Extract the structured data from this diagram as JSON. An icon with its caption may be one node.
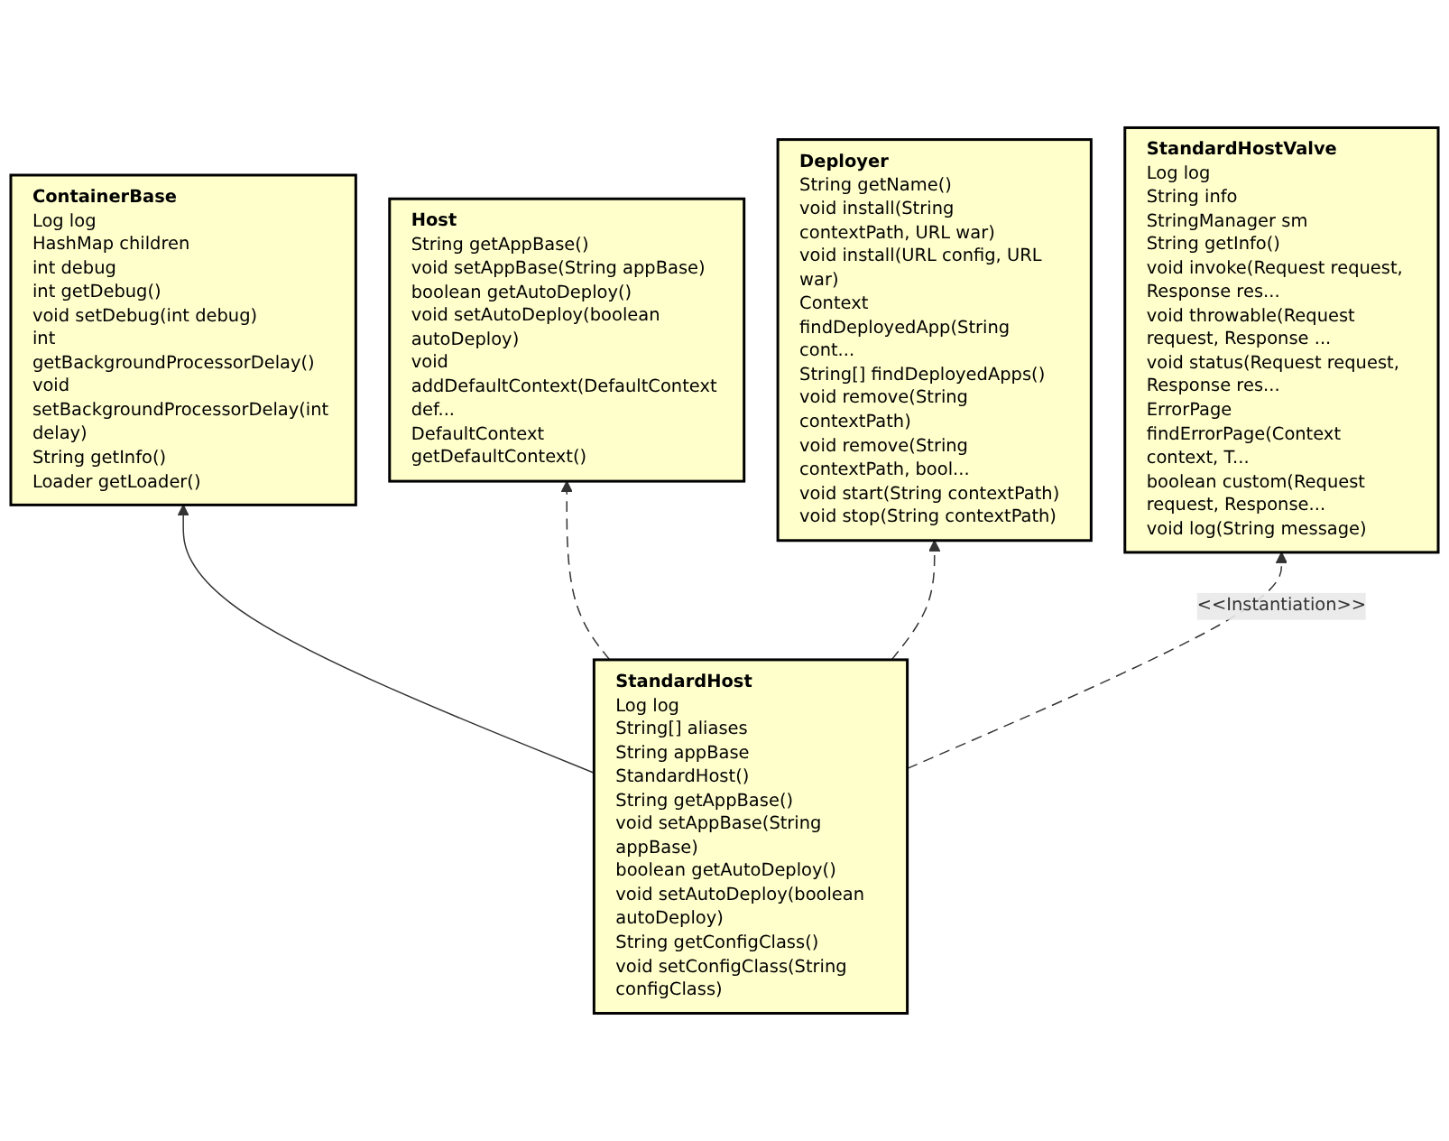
{
  "diagram": {
    "nodes": [
      {
        "text": [
          "ContainerBase",
          "Log log",
          "HashMap children",
          "int debug",
          "int getDebug()",
          "void setDebug(int debug)",
          "int getBackgroundProcessorDelay()",
          "void setBackgroundProcessorDelay(int delay)",
          "String getInfo()",
          "Loader getLoader()"
        ]
      },
      {
        "text": [
          "Host",
          "String getAppBase()",
          "void setAppBase(String appBase)",
          "boolean getAutoDeploy()",
          "void setAutoDeploy(boolean autoDeploy)",
          "void addDefaultContext(DefaultContext def...",
          "DefaultContext getDefaultContext()"
        ]
      },
      {
        "text": [
          "Deployer",
          "String getName()",
          "void install(String contextPath, URL war)",
          "void install(URL config, URL war)",
          "Context findDeployedApp(String cont...",
          "String[] findDeployedApps()",
          "void remove(String contextPath)",
          "void remove(String contextPath, bool...",
          "void start(String contextPath)",
          "void stop(String contextPath)"
        ]
      },
      {
        "text": [
          "StandardHostValve",
          "Log log",
          "String info",
          "StringManager sm",
          "String getInfo()",
          "void invoke(Request request, Response res...",
          "void throwable(Request request, Response ...",
          "void status(Request request, Response res...",
          "ErrorPage findErrorPage(Context context, T...",
          "boolean custom(Request request, Response...",
          "void log(String message)"
        ]
      },
      {
        "text": [
          "StandardHost",
          "Log log",
          "String[] aliases",
          "String appBase",
          "StandardHost()",
          "String getAppBase()",
          "void setAppBase(String appBase)",
          "boolean getAutoDeploy()",
          "void setAutoDeploy(boolean autoDeploy)",
          "String getConfigClass()",
          "void setConfigClass(String configClass)"
        ]
      }
    ],
    "edges": [
      {
        "from": 4,
        "to": 0,
        "arrow": "to"
      },
      {
        "from": 4,
        "to": 1,
        "arrow": "to",
        "style": "dashed"
      },
      {
        "from": 4,
        "to": 2,
        "arrow": "to",
        "style": "dashed"
      },
      {
        "from": 4,
        "to": 3,
        "arrow": "to",
        "style": "dashed",
        "label": "<<Instantiation>>"
      }
    ]
  }
}
